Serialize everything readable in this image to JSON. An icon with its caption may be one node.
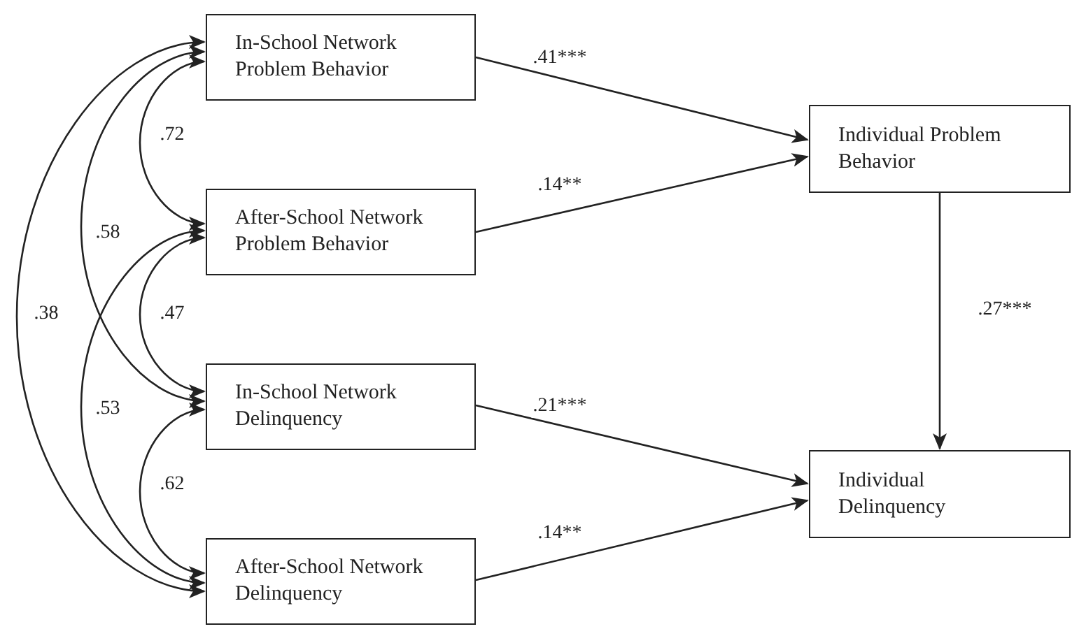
{
  "diagram": {
    "nodes": [
      {
        "text": [
          "In-School Network Problem Behavior"
        ]
      },
      {
        "text": [
          "After-School Network Problem Behavior"
        ]
      },
      {
        "text": [
          "In-School Network Delinquency"
        ]
      },
      {
        "text": [
          "After-School Network Delinquency"
        ]
      },
      {
        "text": [
          "Individual Problem Behavior"
        ]
      },
      {
        "text": [
          "Individual Delinquency"
        ]
      }
    ],
    "edges": [
      {
        "from": 0,
        "to": 4,
        "arrow": "to",
        "label": ".41***"
      },
      {
        "from": 1,
        "to": 4,
        "arrow": "to",
        "label": ".14**"
      },
      {
        "from": 2,
        "to": 5,
        "arrow": "to",
        "label": ".21***"
      },
      {
        "from": 3,
        "to": 5,
        "arrow": "to",
        "label": ".14**"
      },
      {
        "from": 4,
        "to": 5,
        "arrow": "to",
        "label": ".27***"
      },
      {
        "from": 0,
        "to": 1,
        "arrow": "both",
        "label": ".72"
      },
      {
        "from": 1,
        "to": 2,
        "arrow": "both",
        "label": ".47"
      },
      {
        "from": 2,
        "to": 3,
        "arrow": "both",
        "label": ".62"
      },
      {
        "from": 0,
        "to": 2,
        "arrow": "both",
        "label": ".58"
      },
      {
        "from": 1,
        "to": 3,
        "arrow": "both",
        "label": ".53"
      },
      {
        "from": 0,
        "to": 3,
        "arrow": "both",
        "label": ".38"
      }
    ]
  }
}
